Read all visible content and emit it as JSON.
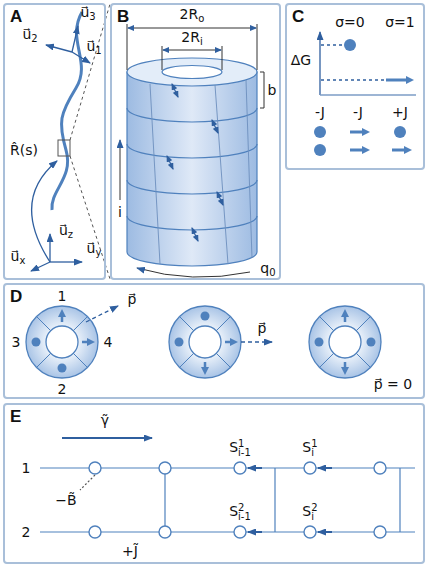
{
  "diagram": {
    "nodes": [
      {
        "text": [
          "A"
        ]
      },
      {
        "text": [
          "B"
        ]
      },
      {
        "text": [
          "C"
        ]
      },
      {
        "text": [
          "D"
        ]
      },
      {
        "text": [
          "E"
        ]
      }
    ],
    "labels": [
      "u⃗3",
      "u⃗2",
      "u⃗1",
      "R̂(s)",
      "u⃗z",
      "u⃗x",
      "u⃗y",
      "2Ro",
      "2Ri",
      "b",
      "i",
      "q0",
      "σ=0",
      "σ=1",
      "ΔG",
      "-J",
      "-J",
      "+J",
      "1",
      "3",
      "4",
      "2",
      "p⃗",
      "p⃗",
      "p⃗ = 0",
      "γ̃",
      "1",
      "2",
      "S1i-1",
      "S1i",
      "−B̃",
      "+J̃",
      "S2i-1",
      "S2i"
    ]
  }
}
